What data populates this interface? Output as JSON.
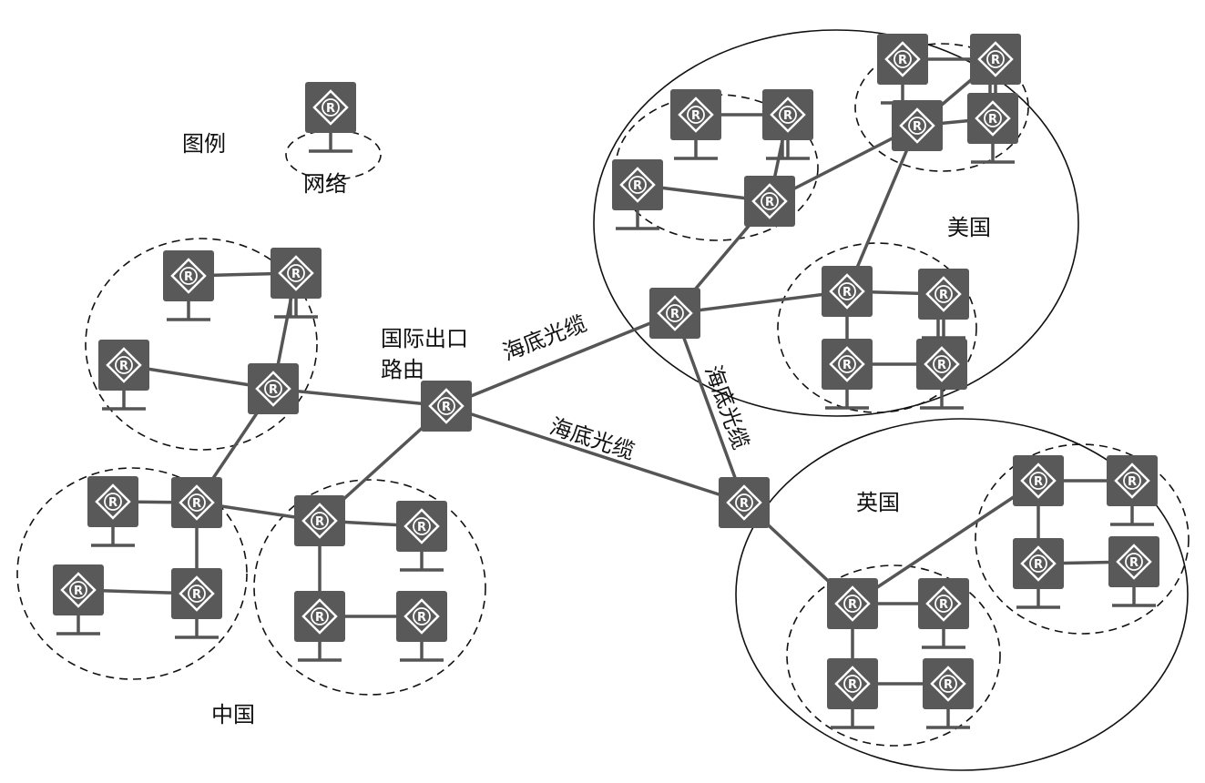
{
  "legend": {
    "title": "图例",
    "network_label": "网络"
  },
  "router_letter": "R",
  "labels": {
    "exit_router_line1": "国际出口",
    "exit_router_line2": "路由",
    "cable_1": "海底光缆",
    "cable_2": "海底光缆",
    "cable_3": "海底光缆",
    "country_china": "中国",
    "country_usa": "美国",
    "country_uk": "英国"
  },
  "colors": {
    "router_fill": "#595959",
    "link_stroke": "#555555",
    "icon_stroke": "#ffffff",
    "outline": "#111111"
  }
}
